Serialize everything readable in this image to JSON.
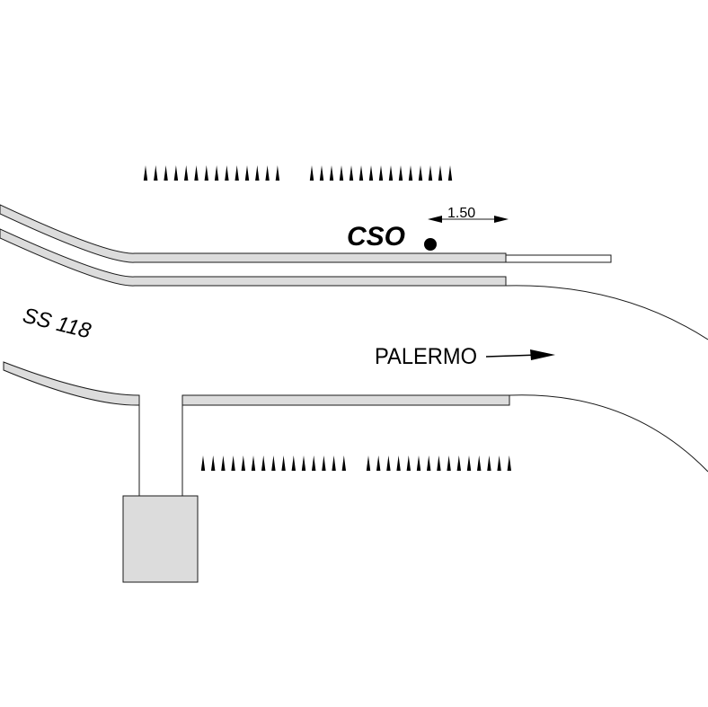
{
  "labels": {
    "station": "CSO",
    "offset": "1.50",
    "road": "SS 118",
    "direction": "PALERMO"
  },
  "colors": {
    "road_fill": "#dcdcdc",
    "stroke": "#1a1a1a",
    "background": "#ffffff"
  },
  "hedges": {
    "top_left_count": 14,
    "top_right_count": 15,
    "bottom_left_count": 15,
    "bottom_right_count": 15
  }
}
